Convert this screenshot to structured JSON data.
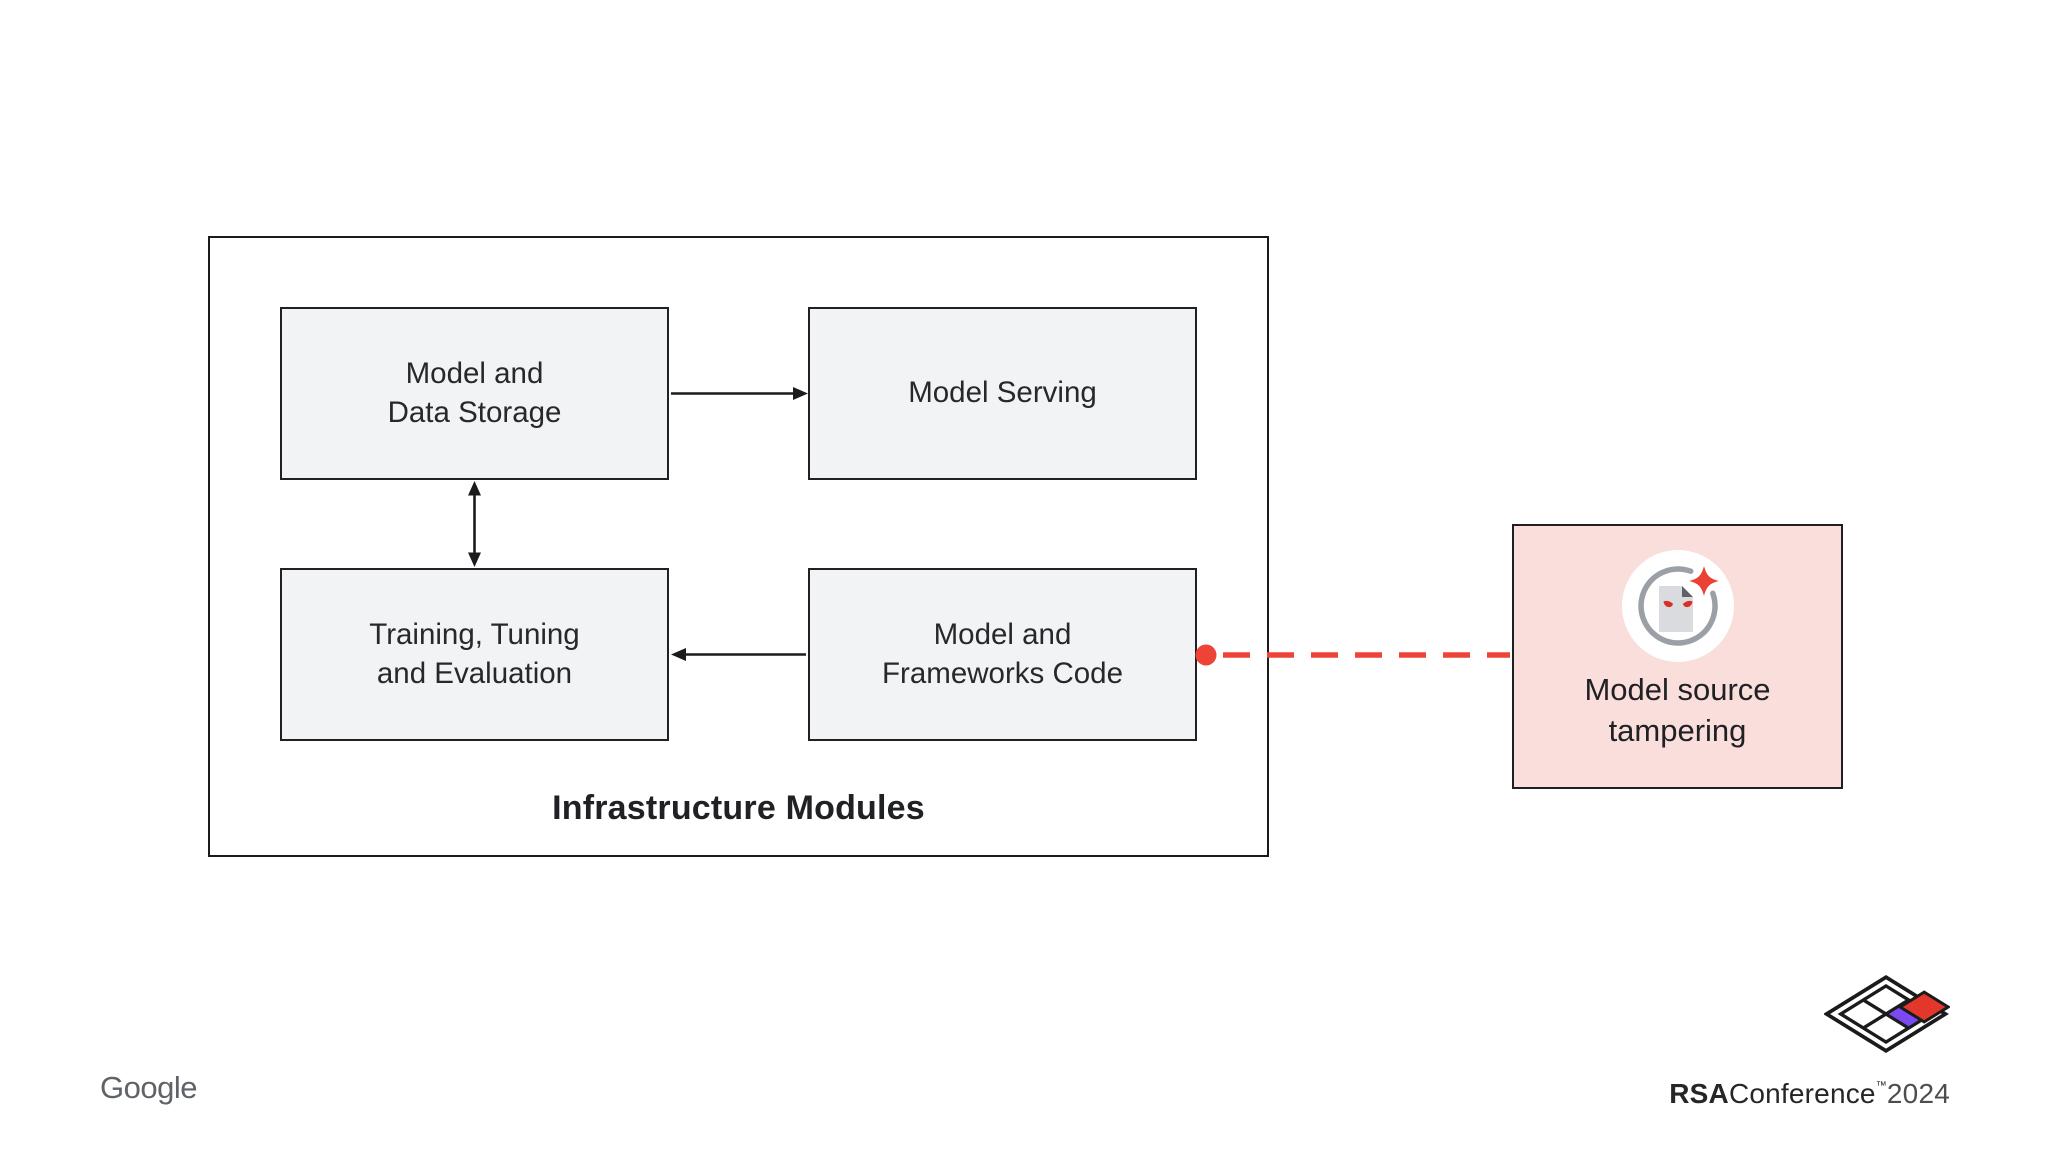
{
  "slide": {
    "infrastructure": {
      "title": "Infrastructure Modules",
      "modules": [
        {
          "id": "model-and-data-storage",
          "lines": [
            "Model and",
            "Data Storage"
          ]
        },
        {
          "id": "model-serving",
          "lines": [
            "Model Serving"
          ]
        },
        {
          "id": "training-tuning-evaluation",
          "lines": [
            "Training, Tuning",
            "and Evaluation"
          ]
        },
        {
          "id": "model-and-frameworks-code",
          "lines": [
            "Model and",
            "Frameworks Code"
          ]
        }
      ],
      "edges": [
        {
          "from": "model-and-data-storage",
          "to": "model-serving",
          "type": "arrow"
        },
        {
          "from": "model-and-data-storage",
          "to": "training-tuning-evaluation",
          "type": "double-arrow"
        },
        {
          "from": "model-and-frameworks-code",
          "to": "training-tuning-evaluation",
          "type": "arrow"
        }
      ]
    },
    "threat": {
      "lines": [
        "Model source",
        "tampering"
      ],
      "icon": "malicious-document-cycle-icon",
      "link_type": "red-dashed-line-with-dot",
      "linked_module": "model-and-frameworks-code"
    },
    "footer": {
      "google": "Google",
      "rsa": {
        "rsa": "RSA",
        "conference": "Conference",
        "tm": "™",
        "year": "2024"
      }
    },
    "colors": {
      "module_fill": "#f1f3f4",
      "module_border": "#202124",
      "outline_black": "#1b1b1b",
      "threat_fill": "#f9dedb",
      "accent_red": "#ee4437",
      "eye_red": "#d93025",
      "arc_gray": "#9aa0a6",
      "doc_gray": "#d9dbde",
      "fold_gray": "#5f6368",
      "logo_red": "#e3372c",
      "logo_purple": "#7a49f1",
      "google_gray": "#5f6368"
    }
  }
}
